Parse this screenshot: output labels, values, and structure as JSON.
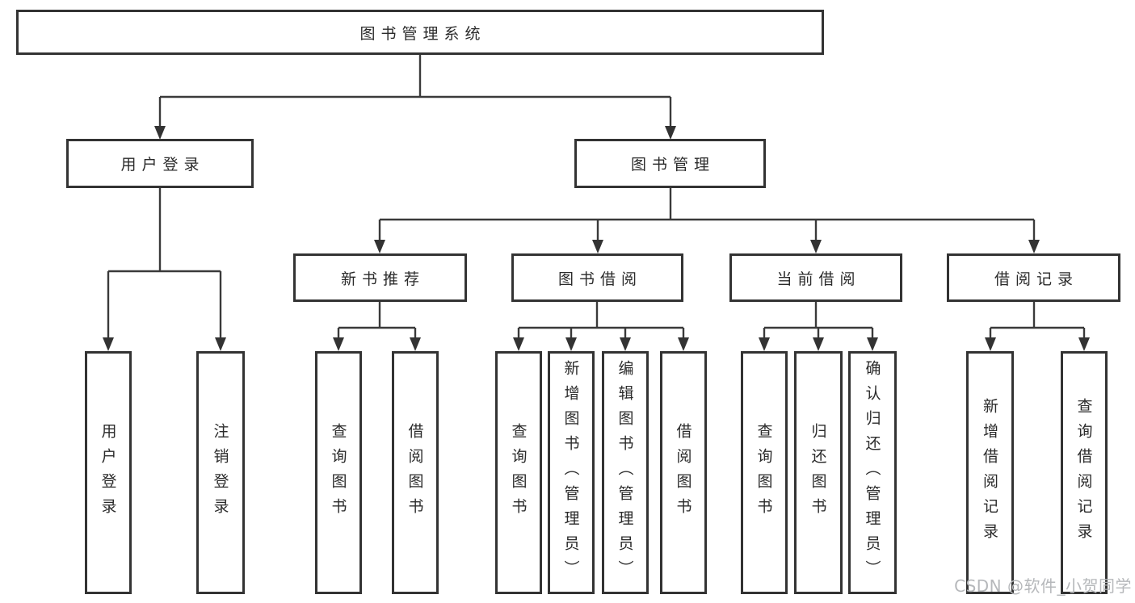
{
  "diagram": {
    "root": {
      "label": "图书管理系统"
    },
    "branches": [
      {
        "label": "用户登录",
        "children": [
          {
            "label": "用户登录"
          },
          {
            "label": "注销登录"
          }
        ]
      },
      {
        "label": "图书管理",
        "children": [
          {
            "label": "新书推荐",
            "children": [
              {
                "label": "查询图书"
              },
              {
                "label": "借阅图书"
              }
            ]
          },
          {
            "label": "图书借阅",
            "children": [
              {
                "label": "查询图书"
              },
              {
                "label": "新增图书（管理员）"
              },
              {
                "label": "编辑图书（管理员）"
              },
              {
                "label": "借阅图书"
              }
            ]
          },
          {
            "label": "当前借阅",
            "children": [
              {
                "label": "查询图书"
              },
              {
                "label": "归还图书"
              },
              {
                "label": "确认归还（管理员）"
              }
            ]
          },
          {
            "label": "借阅记录",
            "children": [
              {
                "label": "新增借阅记录"
              },
              {
                "label": "查询借阅记录"
              }
            ]
          }
        ]
      }
    ]
  },
  "watermark": {
    "text": "CSDN @软件_小贺同学"
  },
  "colors": {
    "line": "#3a3a3a",
    "box_border": "#333333",
    "text": "#2b2b2b",
    "background": "#ffffff",
    "watermark": "#b6b8bb"
  }
}
